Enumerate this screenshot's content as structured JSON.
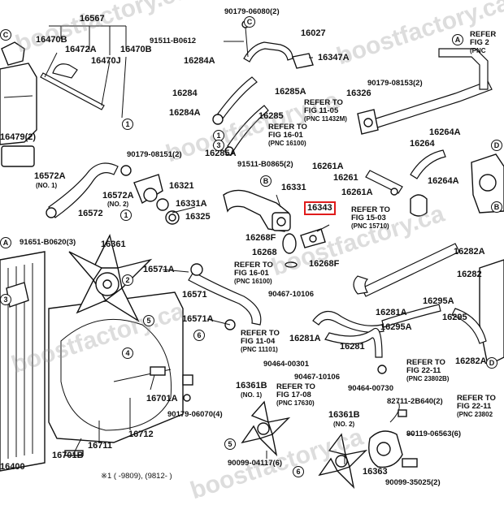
{
  "diagram": {
    "highlight_color": "#e01b1b",
    "watermark_text": "boostfactory.ca",
    "part_labels": [
      {
        "id": "p16567",
        "text": "16567"
      },
      {
        "id": "p16470b_a",
        "text": "16470B"
      },
      {
        "id": "p16472a",
        "text": "16472A"
      },
      {
        "id": "p16470j",
        "text": "16470J"
      },
      {
        "id": "p16470b_b",
        "text": "16470B"
      },
      {
        "id": "p16479",
        "text": "16479(2)"
      },
      {
        "id": "p16572a_1",
        "text": "16572A"
      },
      {
        "id": "p16572",
        "text": "16572"
      },
      {
        "id": "p16572a_2",
        "text": "16572A"
      },
      {
        "id": "p16321",
        "text": "16321"
      },
      {
        "id": "p16331a",
        "text": "16331A"
      },
      {
        "id": "p16325",
        "text": "16325"
      },
      {
        "id": "p16284a_1",
        "text": "16284A"
      },
      {
        "id": "p16284",
        "text": "16284"
      },
      {
        "id": "p16284a_2",
        "text": "16284A"
      },
      {
        "id": "p16027",
        "text": "16027"
      },
      {
        "id": "p16347a",
        "text": "16347A"
      },
      {
        "id": "p16285a_1",
        "text": "16285A"
      },
      {
        "id": "p16285",
        "text": "16285"
      },
      {
        "id": "p16285a_2",
        "text": "16285A"
      },
      {
        "id": "p16326",
        "text": "16326"
      },
      {
        "id": "p16264a_1",
        "text": "16264A"
      },
      {
        "id": "p16264",
        "text": "16264"
      },
      {
        "id": "p16264a_2",
        "text": "16264A"
      },
      {
        "id": "p16261a_1",
        "text": "16261A"
      },
      {
        "id": "p16261",
        "text": "16261"
      },
      {
        "id": "p16261a_2",
        "text": "16261A"
      },
      {
        "id": "p16331",
        "text": "16331"
      },
      {
        "id": "p16343",
        "text": "16343"
      },
      {
        "id": "p16268f_1",
        "text": "16268F"
      },
      {
        "id": "p16268",
        "text": "16268"
      },
      {
        "id": "p16268f_2",
        "text": "16268F"
      },
      {
        "id": "p16361",
        "text": "16361"
      },
      {
        "id": "p16571a_1",
        "text": "16571A"
      },
      {
        "id": "p16571",
        "text": "16571"
      },
      {
        "id": "p16571a_2",
        "text": "16571A"
      },
      {
        "id": "p16281a_1",
        "text": "16281A"
      },
      {
        "id": "p16281a_2",
        "text": "16281A"
      },
      {
        "id": "p16281",
        "text": "16281"
      },
      {
        "id": "p16282a_1",
        "text": "16282A"
      },
      {
        "id": "p16282",
        "text": "16282"
      },
      {
        "id": "p16295a_1",
        "text": "16295A"
      },
      {
        "id": "p16295",
        "text": "16295"
      },
      {
        "id": "p16295a_2",
        "text": "16295A"
      },
      {
        "id": "p16282a_2",
        "text": "16282A"
      },
      {
        "id": "p16701a",
        "text": "16701A"
      },
      {
        "id": "p16712",
        "text": "16712"
      },
      {
        "id": "p16711",
        "text": "16711"
      },
      {
        "id": "p16701b",
        "text": "16701B"
      },
      {
        "id": "p16400",
        "text": "16400"
      },
      {
        "id": "p16361b_1",
        "text": "16361B"
      },
      {
        "id": "p16361b_2",
        "text": "16361B"
      },
      {
        "id": "p16363",
        "text": "16363"
      }
    ],
    "bolt_labels": [
      {
        "id": "b1",
        "text": "90179-06080(2)"
      },
      {
        "id": "b2",
        "text": "91511-B0612"
      },
      {
        "id": "b3",
        "text": "90179-08153(2)"
      },
      {
        "id": "b4",
        "text": "90179-08151(2)"
      },
      {
        "id": "b5",
        "text": "91511-B0865(2)"
      },
      {
        "id": "b6",
        "text": "91651-B0620(3)"
      },
      {
        "id": "b7",
        "text": "90467-10106"
      },
      {
        "id": "b8",
        "text": "90464-00301"
      },
      {
        "id": "b9",
        "text": "90467-10106"
      },
      {
        "id": "b10",
        "text": "90464-00730"
      },
      {
        "id": "b11",
        "text": "90179-06070(4)"
      },
      {
        "id": "b12",
        "text": "82711-2B640(2)"
      },
      {
        "id": "b13",
        "text": "90119-06563(6)"
      },
      {
        "id": "b14",
        "text": "90099-04117(6)"
      },
      {
        "id": "b15",
        "text": "90099-35025(2)"
      },
      {
        "id": "b16",
        "text": "(NO. 1)"
      },
      {
        "id": "b17",
        "text": "(NO. 2)"
      },
      {
        "id": "b18",
        "text": "(NO. 1)"
      },
      {
        "id": "b19",
        "text": "(NO. 2)"
      }
    ],
    "refs": [
      {
        "id": "r1",
        "line1": "REFER TO",
        "line2": "FIG 11-05",
        "pnc": "(PNC 11432M)"
      },
      {
        "id": "r2",
        "line1": "REFER TO",
        "line2": "FIG 16-01",
        "pnc": "(PNC 16100)"
      },
      {
        "id": "r3",
        "line1": "REFER TO",
        "line2": "FIG 15-03",
        "pnc": "(PNC 15710)"
      },
      {
        "id": "r4",
        "line1": "REFER TO",
        "line2": "FIG 16-01",
        "pnc": "(PNC 16100)"
      },
      {
        "id": "r5",
        "line1": "REFER TO",
        "line2": "FIG 11-04",
        "pnc": "(PNC 11101)"
      },
      {
        "id": "r6",
        "line1": "REFER TO",
        "line2": "FIG 17-08",
        "pnc": "(PNC 17630)"
      },
      {
        "id": "r7",
        "line1": "REFER TO",
        "line2": "FIG 22-11",
        "pnc": "(PNC 23802B)"
      },
      {
        "id": "r8",
        "line1": "REFER TO",
        "line2": "FIG 22-11",
        "pnc": "(PNC 23802"
      },
      {
        "id": "r9",
        "line1": "REFER",
        "line2": "FIG 2",
        "pnc": "(PNC"
      }
    ],
    "callouts": [
      {
        "id": "c1",
        "text": "1"
      },
      {
        "id": "c2",
        "text": "1"
      },
      {
        "id": "c3",
        "text": "1"
      },
      {
        "id": "c4",
        "text": "2"
      },
      {
        "id": "c5",
        "text": "3"
      },
      {
        "id": "c6",
        "text": "3"
      },
      {
        "id": "c7",
        "text": "4"
      },
      {
        "id": "c8",
        "text": "5"
      },
      {
        "id": "c9",
        "text": "5"
      },
      {
        "id": "c10",
        "text": "6"
      },
      {
        "id": "c11",
        "text": "6"
      },
      {
        "id": "c12",
        "text": "A"
      },
      {
        "id": "c13",
        "text": "A"
      },
      {
        "id": "c14",
        "text": "B"
      },
      {
        "id": "c15",
        "text": "B"
      },
      {
        "id": "c16",
        "text": "C"
      },
      {
        "id": "c17",
        "text": "C"
      },
      {
        "id": "c18",
        "text": "D"
      },
      {
        "id": "c19",
        "text": "D"
      }
    ],
    "footnote": "※1 (      -9809), (9812-      )"
  }
}
